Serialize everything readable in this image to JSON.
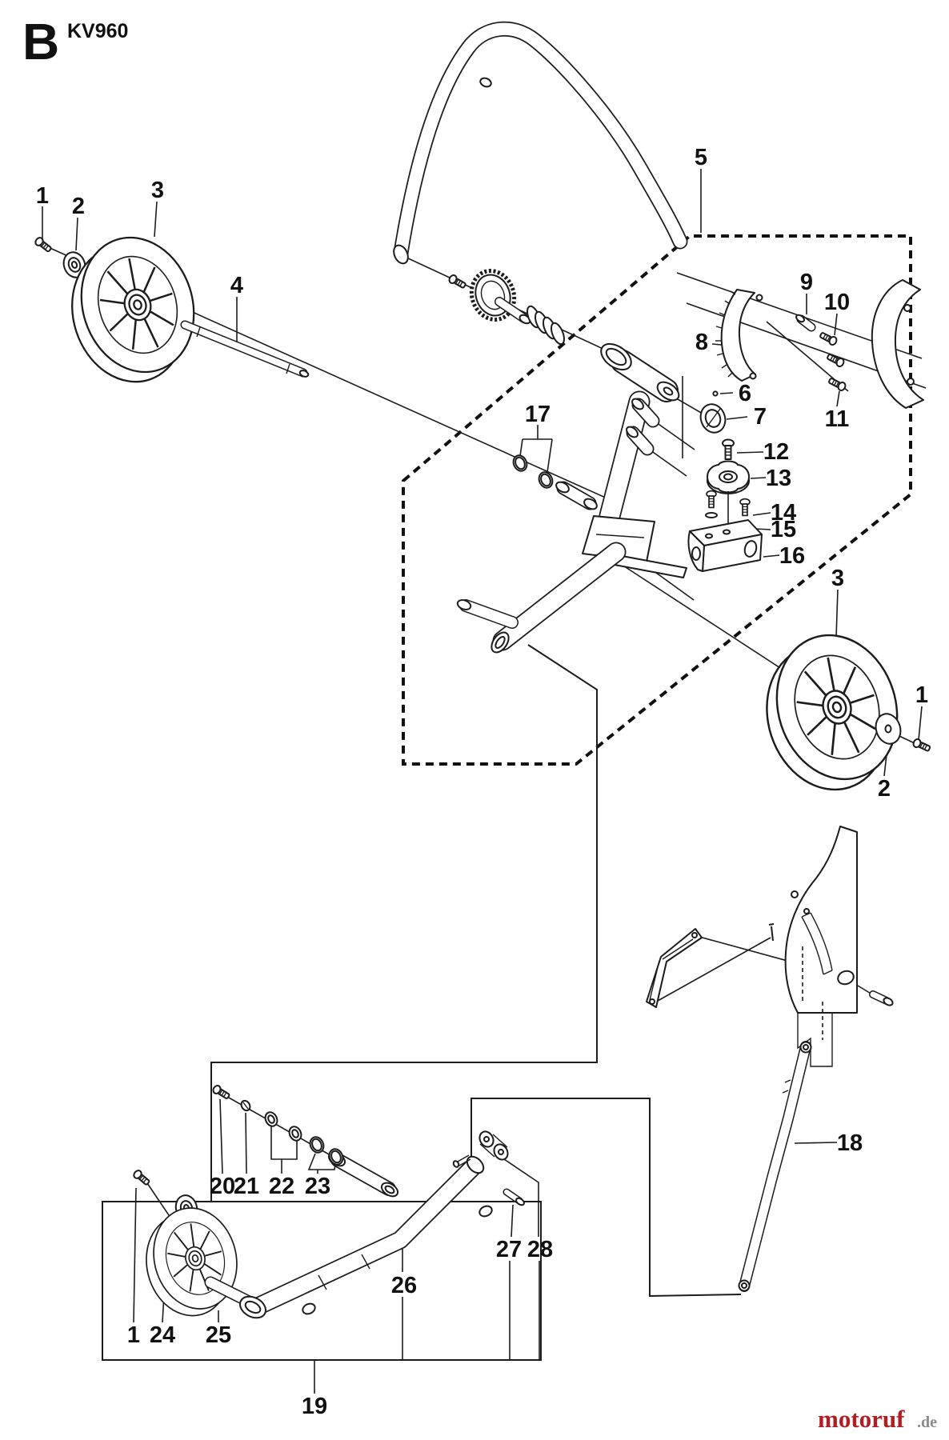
{
  "page": {
    "section_letter": "B",
    "model": "KV960"
  },
  "colors": {
    "line": "#1c1c1c",
    "background": "#ffffff",
    "watermark_brand": "#b01e23",
    "watermark_suffix": "#8c8c8c"
  },
  "watermark": {
    "brand": "motoruf",
    "suffix": ".de"
  },
  "diagram": {
    "type": "exploded-parts-diagram",
    "callouts": [
      {
        "label": "1"
      },
      {
        "label": "2"
      },
      {
        "label": "3"
      },
      {
        "label": "4"
      },
      {
        "label": "5"
      },
      {
        "label": "17"
      },
      {
        "label": "8"
      },
      {
        "label": "9"
      },
      {
        "label": "10"
      },
      {
        "label": "11"
      },
      {
        "label": "6"
      },
      {
        "label": "7"
      },
      {
        "label": "12"
      },
      {
        "label": "13"
      },
      {
        "label": "14"
      },
      {
        "label": "15"
      },
      {
        "label": "16"
      },
      {
        "label": "3"
      },
      {
        "label": "1"
      },
      {
        "label": "2"
      },
      {
        "label": "18"
      },
      {
        "label": "20"
      },
      {
        "label": "21"
      },
      {
        "label": "22"
      },
      {
        "label": "23"
      },
      {
        "label": "26"
      },
      {
        "label": "27"
      },
      {
        "label": "28"
      },
      {
        "label": "1"
      },
      {
        "label": "24"
      },
      {
        "label": "25"
      },
      {
        "label": "19"
      }
    ]
  }
}
